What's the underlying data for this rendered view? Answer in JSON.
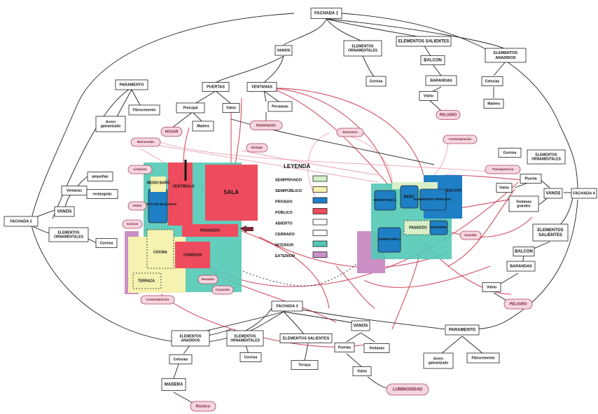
{
  "colors": {
    "semiprivado": "#d7f0c8",
    "semipublico": "#f6f2b0",
    "privado": "#1e7fc4",
    "publico": "#ee4c5e",
    "abierto": "#ffffff",
    "cerrado": "#ffffff",
    "interior": "#52c9b4",
    "exterior": "#cc8fc6"
  },
  "nodes": {
    "fachada1": "FACHADA 1",
    "vanos_top": "VANOS",
    "elem_orn_top": "ELEMENTOS ORNAMENTALES",
    "elem_sal_top": "ELEMENTOS SALIENTES",
    "elem_anad_top": "ELEMENTOS ANADIDOS",
    "cornisa_top": "Cornisa",
    "balcon_top": "BALCON",
    "barandas_top": "BARANDAS",
    "vidrio_top_right": "Vidrio",
    "celosias_top": "Celosias",
    "madera_top": "Madera",
    "paramento_top": "PARAMENTO",
    "acero_top": "Acero galvanizado",
    "fibro_top": "Fibrocemento",
    "puertas_top": "PUERTAS",
    "ventanas_top": "VENTANAS",
    "principal": "Principal",
    "vidrio_top": "Vidrio",
    "madera_principal": "Madera",
    "persianas": "Persianas",
    "fachada2": "FACHADA 2",
    "vanos_left": "VANOS",
    "ventanas_left": "Ventanas",
    "pequenas": "pequeñas",
    "rectangular": "rectangular",
    "elem_orn_left": "ELEMENTOS ORNAMENTALES",
    "cornisa_left": "Cornisa",
    "fachada4": "FACHADA 4",
    "cornisa_right": "Cornisa",
    "elem_orn_right": "ELEMENTOS ORNAMENTALES",
    "vanos_right": "VANOS",
    "puerta_right": "Puerta",
    "vidrio_right": "Vidrio",
    "ventanas_grandes": "Ventanas grandes",
    "elem_sal_right": "ELEMENTOS SALIENTES",
    "balcon_right": "BALCON",
    "barandas_right": "BARANDAS",
    "vidrio_right2": "Vidrio",
    "fachada3": "FACHADA 3",
    "elem_anad_bottom": "ELEMENTOS ANADIDOS",
    "celosias_bottom": "Celosias",
    "madera_bottom": "MADERA",
    "elem_orn_bottom": "ELEMENTOS ORNAMENTALES",
    "cornisa_bottom": "Cornisa",
    "elem_sal_bottom": "ELEMENTOS SALIENTES",
    "terraza_bottom": "Terraza",
    "vanos_bottom": "VANOS",
    "puertas_bottom": "Puertas",
    "ventanas_bottom": "Ventanas",
    "vidrio_bottom": "Vidrio",
    "paramento_bottom": "PARAMENTO",
    "acero_bottom": "Acero galvanizado",
    "fibro_bottom": "Fibrocemento"
  },
  "pills": {
    "peligro_top": "PELIGRO",
    "hogar": "HOGAR",
    "iluminacion": "Iluminación",
    "bienvenida": "Bienvenida",
    "dialogo": "Dialogo",
    "limpieza": "Limpieza",
    "orden": "Orden",
    "cocinar": "Cocinar",
    "contemplacion_left": "Contemplación",
    "reunion": "Reunión",
    "conexion": "Conexión",
    "descanso": "Descanso",
    "contemplacion_right": "Contemplación",
    "transparencia": "Transparencia",
    "guardar": "Guardar",
    "peligro_right": "PELIGRO",
    "luminosidad": "LUMINOSIDAD",
    "rustico": "Rústico"
  },
  "rooms": {
    "medio_bano": "MEDIO BAÑO",
    "cuarto_maquinas": "CUARTO DE MAQUINAS",
    "vestibulo": "VESTIBULO",
    "sala": "SALA",
    "pasadizo_left": "PASADIZO",
    "cocina": "COCINA",
    "comedor": "COMEDOR",
    "terraza": "TERRAZA",
    "dormitorio_1": "DORMITORIO 1",
    "bano": "BAÑO",
    "dormitorio_principal": "DORMITORIO PRINCIPAL",
    "balcon_room": "BALCON",
    "pasadizo_right": "PASADIZO",
    "dormitorio_2": "DORMITORIO 2",
    "vestidor": "VESTIDOR"
  },
  "legend": {
    "title": "LEYENDA",
    "items": [
      {
        "label": "SEMIPRIVADO",
        "color": "#d7f0c8"
      },
      {
        "label": "SEMIPÚBLICO",
        "color": "#f6f2b0"
      },
      {
        "label": "PRIVADO",
        "color": "#1e7fc4"
      },
      {
        "label": "PÚBLICO",
        "color": "#ee4c5e"
      },
      {
        "label": "ABIERTO",
        "color": "#ffffff"
      },
      {
        "label": "CERRADO",
        "color": "#ffffff"
      },
      {
        "label": "INTERIOR",
        "color": "#52c9b4"
      },
      {
        "label": "EXTERIOR",
        "color": "#cc8fc6"
      }
    ]
  }
}
